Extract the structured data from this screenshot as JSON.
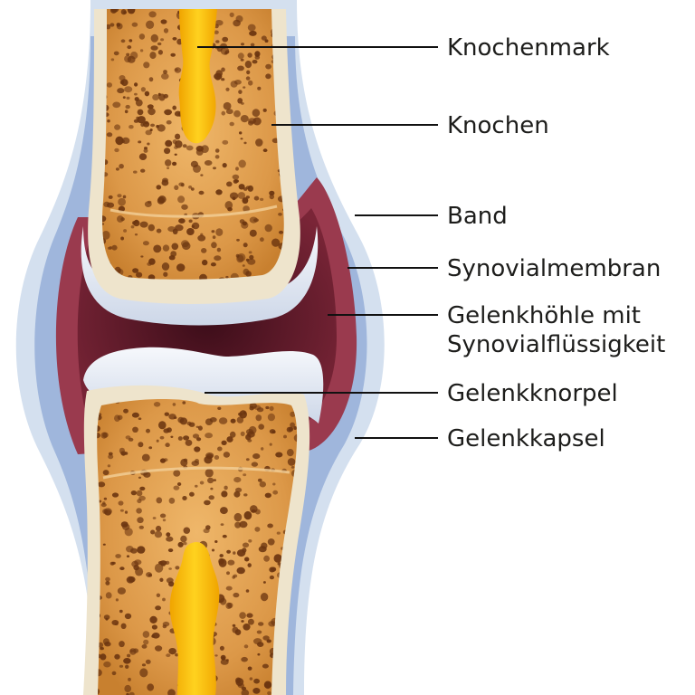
{
  "diagram": {
    "colors": {
      "capsule_outer": "#d4e0ef",
      "capsule_inner": "#9fb6dc",
      "synovial_fluid": "#5a1a2c",
      "synovial_membrane": "#9a3a4e",
      "cartilage": "#dfe6f2",
      "bone_cortex": "#eee4cc",
      "cancellous": "#d9923e",
      "marrow": "#f2b200"
    },
    "labels": [
      {
        "id": "knochenmark",
        "lines": [
          "Knochenmark"
        ]
      },
      {
        "id": "knochen",
        "lines": [
          "Knochen"
        ]
      },
      {
        "id": "band",
        "lines": [
          "Band"
        ]
      },
      {
        "id": "synovialmembran",
        "lines": [
          "Synovialmembran"
        ]
      },
      {
        "id": "gelenkhoehle",
        "lines": [
          "Gelenkhöhle mit",
          "Synovialflüssigkeit"
        ]
      },
      {
        "id": "gelenkknorpel",
        "lines": [
          "Gelenkknorpel"
        ]
      },
      {
        "id": "gelenkkapsel",
        "lines": [
          "Gelenkkapsel"
        ]
      }
    ]
  }
}
